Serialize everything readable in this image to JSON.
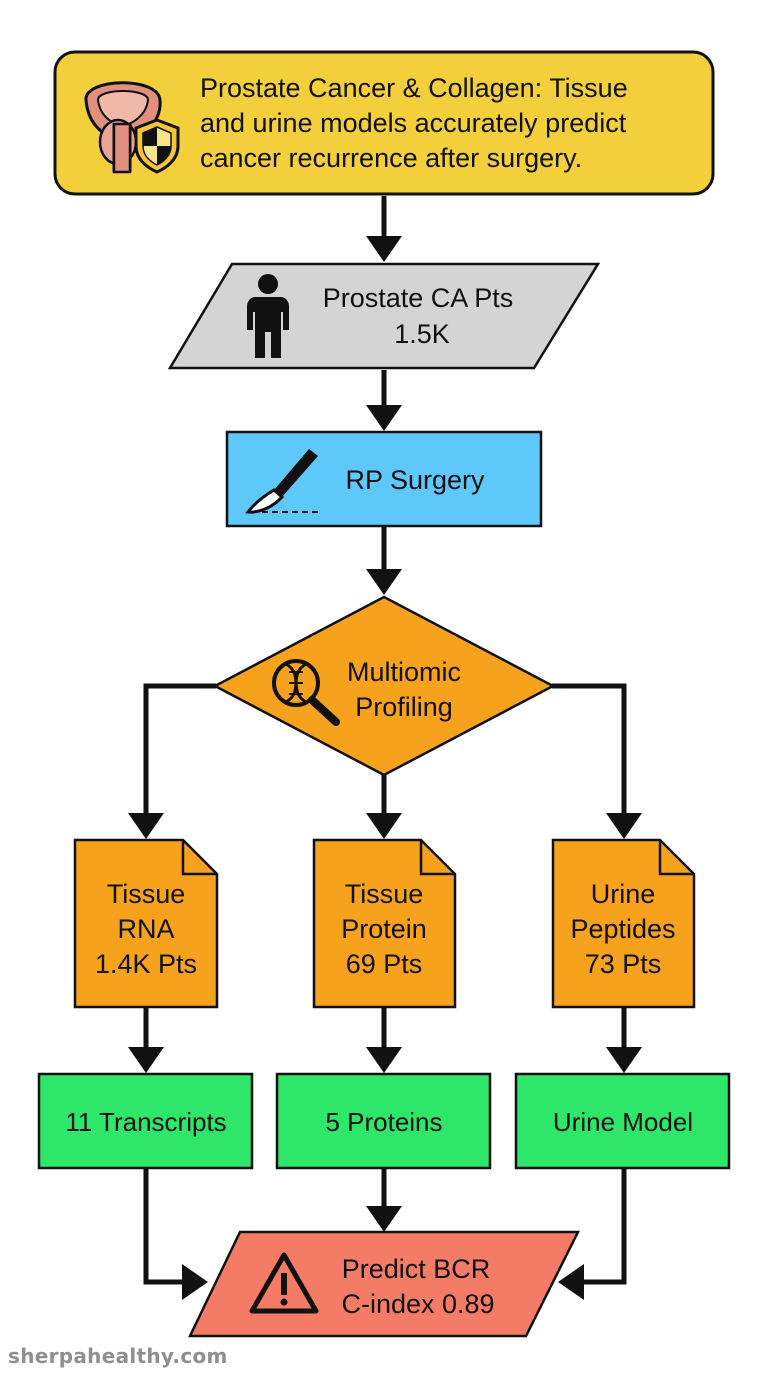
{
  "title_box": {
    "lines": [
      "Prostate Cancer & Collagen: Tissue",
      "and urine models accurately predict",
      "cancer recurrence after surgery."
    ]
  },
  "patients": {
    "label": "Prostate CA Pts",
    "count": "1.5K"
  },
  "surgery": {
    "label": "RP Surgery"
  },
  "profiling": {
    "lines": [
      "Multiomic",
      "Profiling"
    ]
  },
  "datasets": [
    {
      "lines": [
        "Tissue",
        "RNA",
        "1.4K Pts"
      ]
    },
    {
      "lines": [
        "Tissue",
        "Protein",
        "69 Pts"
      ]
    },
    {
      "lines": [
        "Urine",
        "Peptides",
        "73 Pts"
      ]
    }
  ],
  "models": [
    {
      "label": "11 Transcripts"
    },
    {
      "label": "5 Proteins"
    },
    {
      "label": "Urine Model"
    }
  ],
  "outcome": {
    "lines": [
      "Predict BCR",
      "C-index 0.89"
    ]
  },
  "footer": {
    "text": "sherpahealthy.com"
  },
  "colors": {
    "title_fill": "#f4cf3c",
    "patients_fill": "#d4d4d4",
    "surgery_fill": "#5ec8fb",
    "profiling_fill": "#f6a21d",
    "dataset_fill": "#f6a21d",
    "model_fill": "#2ee66a",
    "outcome_fill": "#f47c66"
  },
  "icons": {
    "title": "prostate-shield-icon",
    "patients": "person-icon",
    "surgery": "scalpel-icon",
    "profiling": "dna-magnifier-icon",
    "outcome": "warning-icon"
  }
}
